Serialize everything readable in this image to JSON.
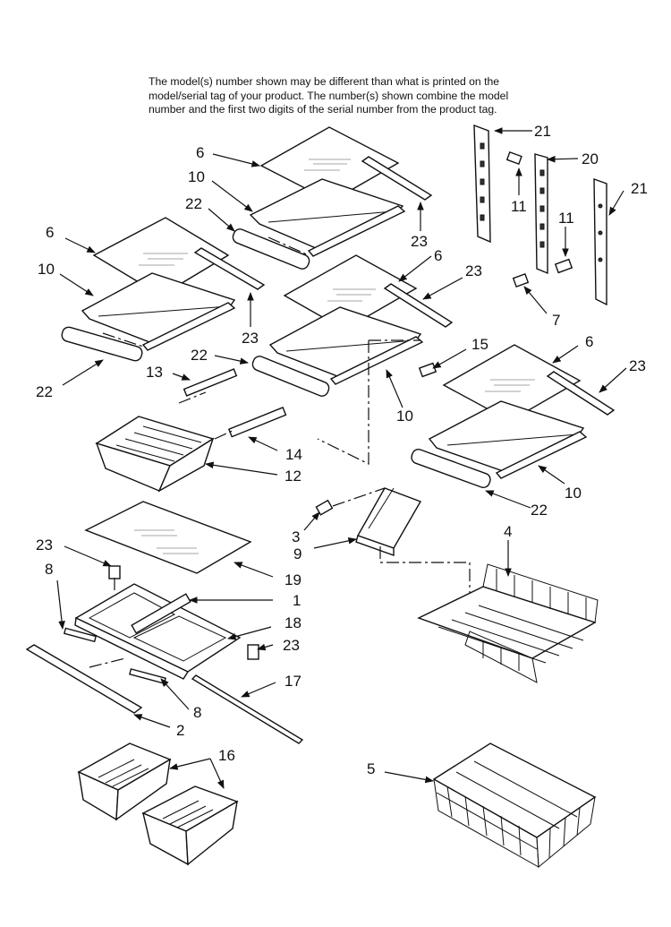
{
  "note": {
    "line1": "The model(s) number shown may be different than what is printed on the",
    "line2": "model/serial tag of your product. The number(s) shown combine the model",
    "line3": "number and the first two digits of the serial number from the product tag."
  },
  "callouts": [
    "6",
    "10",
    "22",
    "23",
    "6",
    "10",
    "23",
    "22",
    "6",
    "23",
    "10",
    "13",
    "22",
    "14",
    "12",
    "15",
    "6",
    "23",
    "10",
    "22",
    "21",
    "20",
    "11",
    "11",
    "21",
    "7",
    "3",
    "9",
    "4",
    "23",
    "19",
    "8",
    "1",
    "18",
    "23",
    "8",
    "17",
    "2",
    "16",
    "5"
  ]
}
